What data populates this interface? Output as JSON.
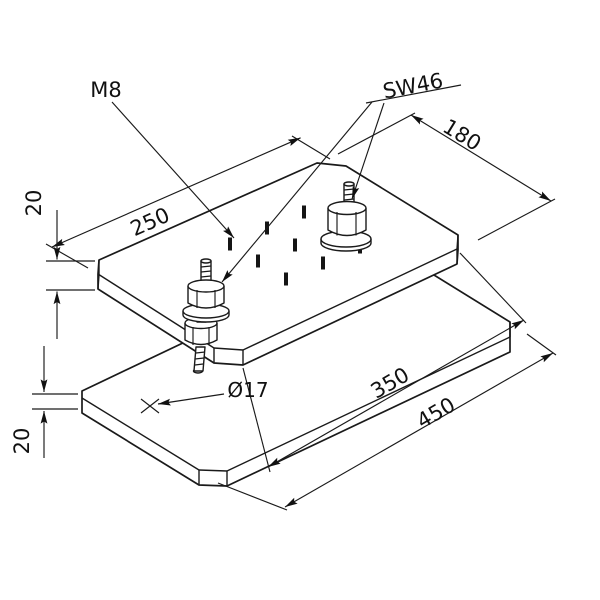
{
  "drawing": {
    "title": "Base plate with bolts - isometric technical drawing",
    "labels": {
      "thread_label": "M8",
      "wrench_label": "SW46",
      "dim_top_plate_width": "250",
      "dim_bolt_spacing": "180",
      "dim_top_plate_thickness": "20",
      "dim_base_plate_thickness": "20",
      "dim_top_plate_length": "350",
      "dim_base_plate_length": "450",
      "hole_diameter_label": "Ø17"
    },
    "colors": {
      "line": "#1a1a1a",
      "background": "#ffffff"
    }
  }
}
